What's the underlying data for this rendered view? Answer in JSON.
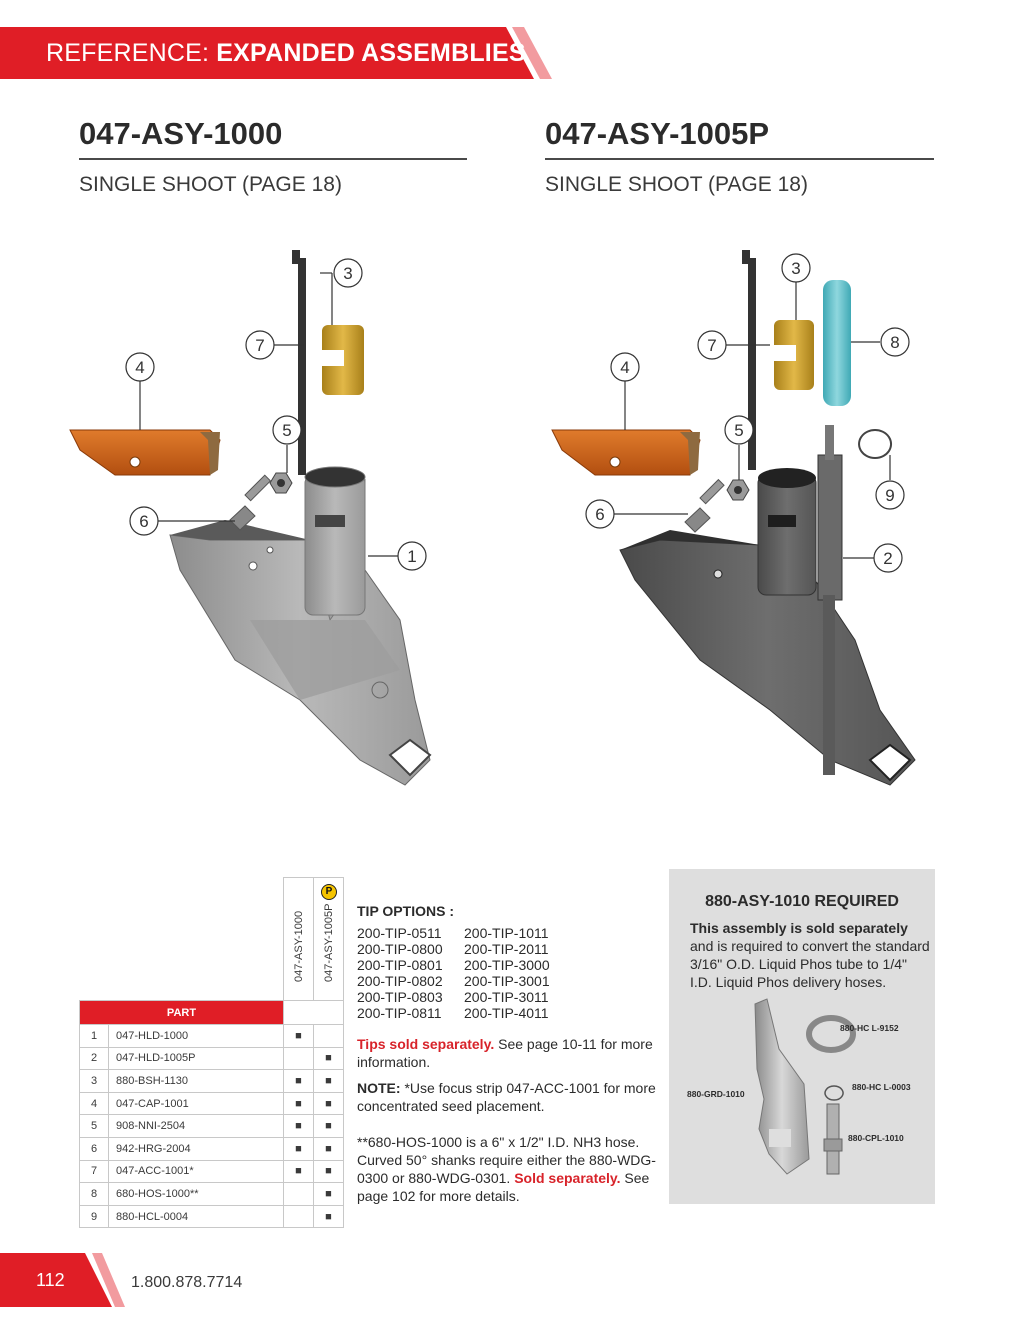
{
  "header": {
    "prefix": "REFERENCE:",
    "title": "EXPANDED ASSEMBLIES",
    "color": "#e01e26"
  },
  "left": {
    "part_number": "047-ASY-1000",
    "subtitle": "SINGLE SHOOT (PAGE 18)",
    "callouts": [
      "1",
      "3",
      "4",
      "5",
      "6",
      "7"
    ]
  },
  "right": {
    "part_number": "047-ASY-1005P",
    "subtitle": "SINGLE SHOOT (PAGE 18)",
    "callouts": [
      "2",
      "3",
      "4",
      "5",
      "6",
      "7",
      "8",
      "9"
    ]
  },
  "parts_table": {
    "col_part": "PART",
    "col_a": "047-ASY-1000",
    "col_b": "047-ASY-1005P",
    "badge": "P",
    "rows": [
      {
        "num": "1",
        "part": "047-HLD-1000",
        "a": "■",
        "b": ""
      },
      {
        "num": "2",
        "part": "047-HLD-1005P",
        "a": "",
        "b": "■"
      },
      {
        "num": "3",
        "part": "880-BSH-1130",
        "a": "■",
        "b": "■"
      },
      {
        "num": "4",
        "part": "047-CAP-1001",
        "a": "■",
        "b": "■"
      },
      {
        "num": "5",
        "part": "908-NNI-2504",
        "a": "■",
        "b": "■"
      },
      {
        "num": "6",
        "part": "942-HRG-2004",
        "a": "■",
        "b": "■"
      },
      {
        "num": "7",
        "part": "047-ACC-1001*",
        "a": "■",
        "b": "■"
      },
      {
        "num": "8",
        "part": "680-HOS-1000**",
        "a": "",
        "b": "■"
      },
      {
        "num": "9",
        "part": "880-HCL-0004",
        "a": "",
        "b": "■"
      }
    ]
  },
  "tips": {
    "heading": "TIP OPTIONS :",
    "col1": [
      "200-TIP-0511",
      "200-TIP-0800",
      "200-TIP-0801",
      "200-TIP-0802",
      "200-TIP-0803",
      "200-TIP-0811"
    ],
    "col2": [
      "200-TIP-1011",
      "200-TIP-2011",
      "200-TIP-3000",
      "200-TIP-3001",
      "200-TIP-3011",
      "200-TIP-4011"
    ],
    "sold_sep": "Tips sold separately.",
    "sold_sep_rest": " See page 10-11 for more information.",
    "note_label": "NOTE:",
    "note_text": " *Use focus strip 047-ACC-1001 for more concentrated seed placement.",
    "hose_text": "**680-HOS-1000 is a 6\" x 1/2\" I.D. NH3 hose. Curved 50° shanks require either the 880-WDG-0300 or 880-WDG-0301. ",
    "hose_red": "Sold separately.",
    "hose_rest": " See page 102 for more details."
  },
  "required_box": {
    "title": "880-ASY-1010 REQUIRED",
    "bold": "This assembly is sold separately",
    "text": " and is required to convert the standard 3/16\" O.D. Liquid Phos tube to 1/4\" I.D. Liquid Phos delivery hoses.",
    "labels": {
      "grd": "880-GRD-1010",
      "hcl9152": "880-HC L-9152",
      "hcl0003": "880-HC L-0003",
      "cpl": "880-CPL-1010"
    }
  },
  "footer": {
    "page": "112",
    "phone": "1.800.878.7714"
  }
}
